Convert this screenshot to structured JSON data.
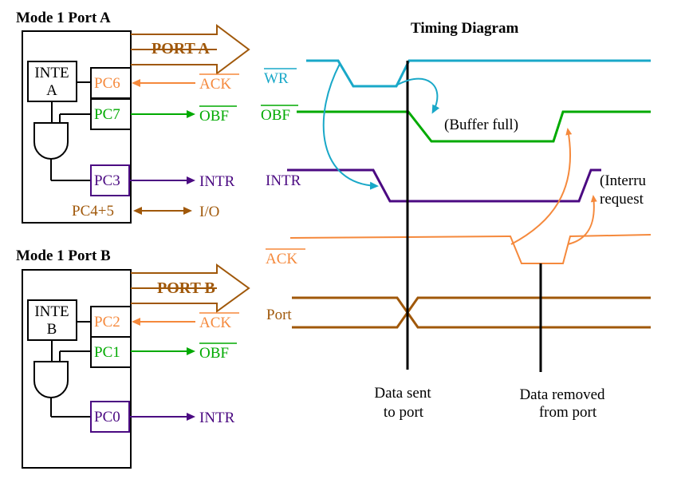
{
  "colors": {
    "brown": "#a0580a",
    "orange": "#f5893c",
    "green": "#00aa00",
    "purple": "#4b0a82",
    "cyan": "#19a8c8",
    "black": "#000000"
  },
  "mode_a": {
    "title": "Mode 1 Port A",
    "port_label": "PORT A",
    "inte_line1": "INTE",
    "inte_line2": "A",
    "pins": {
      "pc6": "PC6",
      "pc7": "PC7",
      "pc3": "PC3",
      "pc45": "PC4+5"
    },
    "signals": {
      "ack": "ACK",
      "obf": "OBF",
      "intr": "INTR",
      "io": "I/O"
    }
  },
  "mode_b": {
    "title": "Mode 1 Port B",
    "port_label": "PORT B",
    "inte_line1": "INTE",
    "inte_line2": "B",
    "pins": {
      "pc2": "PC2",
      "pc1": "PC1",
      "pc0": "PC0"
    },
    "signals": {
      "ack": "ACK",
      "obf": "OBF",
      "intr": "INTR"
    }
  },
  "timing": {
    "title": "Timing Diagram",
    "signals": {
      "wr": "WR",
      "obf": "OBF",
      "intr": "INTR",
      "ack": "ACK",
      "port": "Port"
    },
    "annotations": {
      "buffer_full": "(Buffer full)",
      "interrupt_line1": "(Interru",
      "interrupt_line2": "request"
    },
    "events": {
      "data_sent_line1": "Data sent",
      "data_sent_line2": "to port",
      "data_removed_line1": "Data removed",
      "data_removed_line2": "from port"
    }
  }
}
